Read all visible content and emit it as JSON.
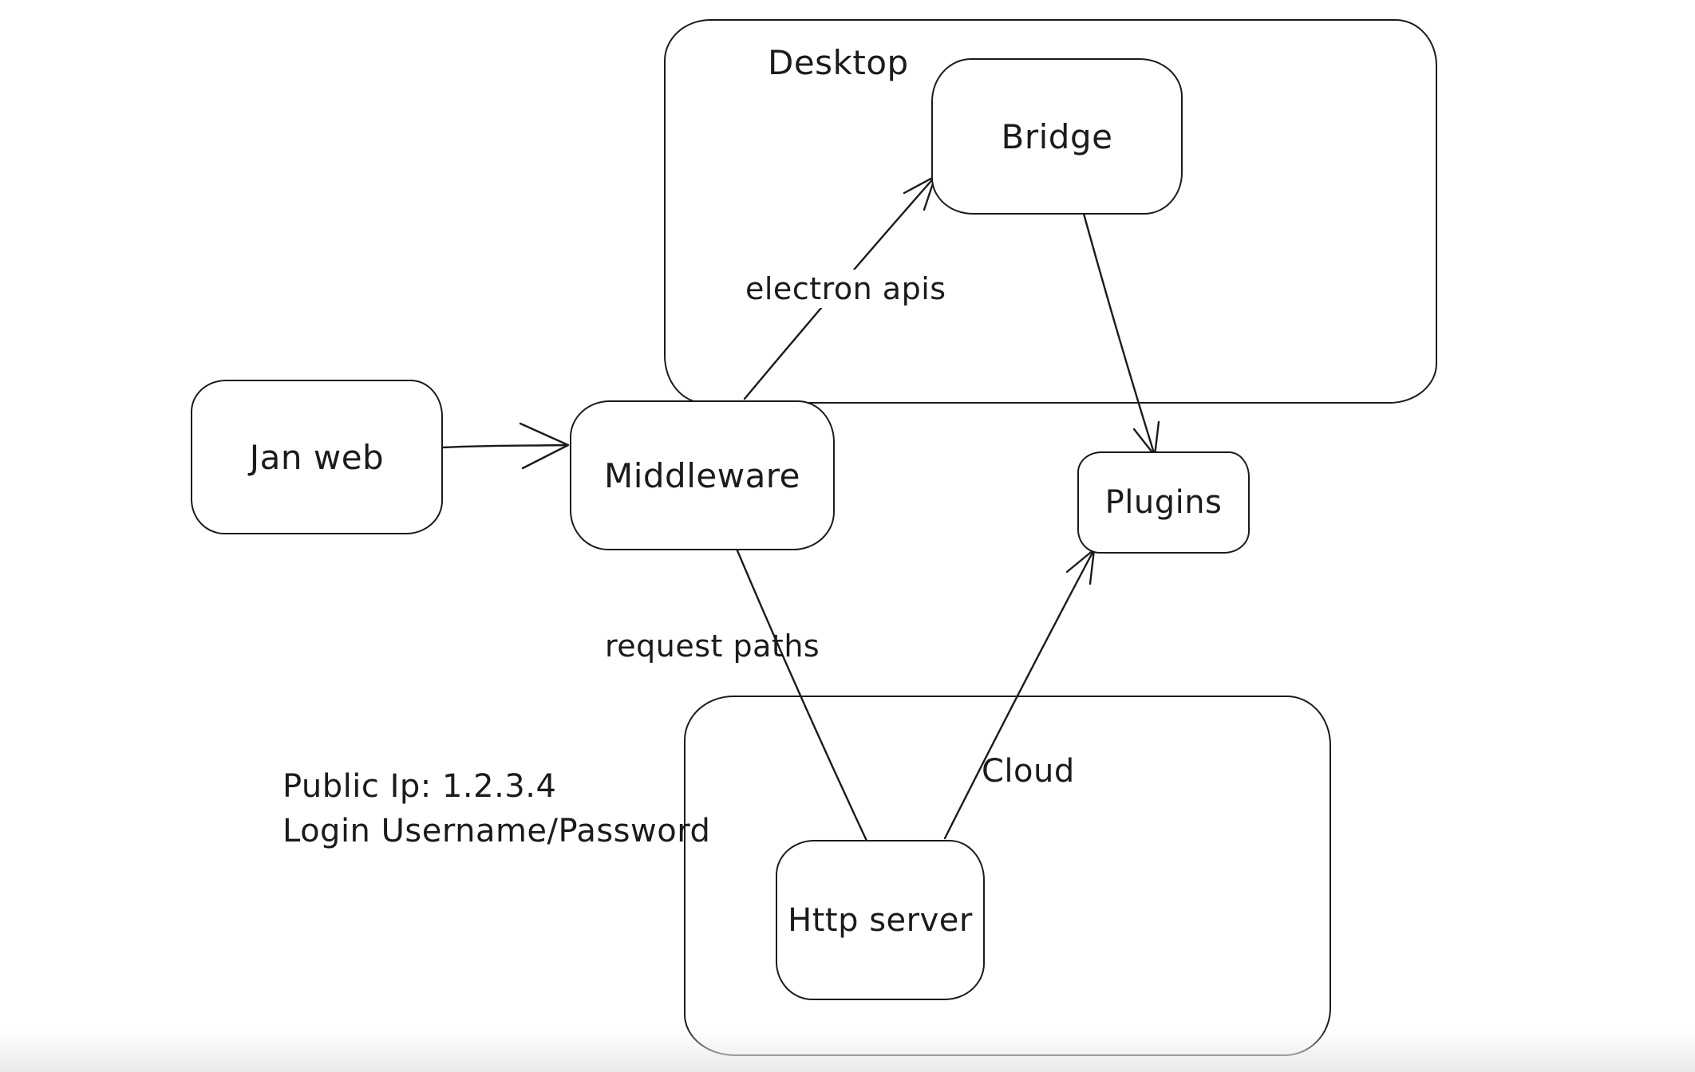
{
  "canvas": {
    "background_color": "#ffffff",
    "stroke_color": "#1b1b1f",
    "text_color": "#1b1b1f"
  },
  "containers": [
    {
      "id": "desktop",
      "label": "Desktop"
    },
    {
      "id": "cloud",
      "label": "Cloud"
    }
  ],
  "nodes": [
    {
      "id": "jan-web",
      "label": "Jan web"
    },
    {
      "id": "middleware",
      "label": "Middleware"
    },
    {
      "id": "bridge",
      "label": "Bridge"
    },
    {
      "id": "plugins",
      "label": "Plugins"
    },
    {
      "id": "http-server",
      "label": "Http server"
    }
  ],
  "edges": [
    {
      "id": "jan-web-to-middleware",
      "from": "Jan web",
      "to": "Middleware",
      "label": "",
      "arrowhead": "open"
    },
    {
      "id": "middleware-to-bridge",
      "from": "Middleware",
      "to": "Bridge",
      "label": "electron apis",
      "arrowhead": "open"
    },
    {
      "id": "bridge-to-plugins",
      "from": "Bridge",
      "to": "Plugins",
      "label": "",
      "arrowhead": "open"
    },
    {
      "id": "middleware-to-http-server",
      "from": "Middleware",
      "to": "Http server",
      "label": "request paths",
      "arrowhead": "none"
    },
    {
      "id": "http-server-to-plugins",
      "from": "Http server",
      "to": "Plugins",
      "label": "",
      "arrowhead": "open"
    }
  ],
  "annotation": {
    "line1": "Public Ip: 1.2.3.4",
    "line2": "Login Username/Password"
  }
}
